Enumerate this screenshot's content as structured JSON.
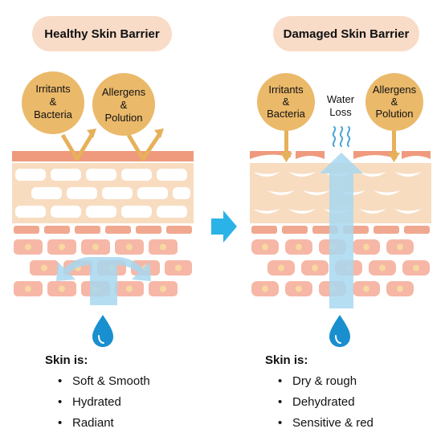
{
  "healthy": {
    "title": "Healthy Skin Barrier",
    "irritants": [
      "Irritants",
      "&",
      "Bacteria"
    ],
    "allergens": [
      "Allergens",
      "&",
      "Polution"
    ],
    "list_title": "Skin is:",
    "items": [
      "Soft & Smooth",
      "Hydrated",
      "Radiant"
    ]
  },
  "damaged": {
    "title": "Damaged Skin Barrier",
    "irritants": [
      "Irritants",
      "&",
      "Bacteria"
    ],
    "allergens": [
      "Allergens",
      "&",
      "Polution"
    ],
    "water_loss": [
      "Water",
      "Loss"
    ],
    "list_title": "Skin is:",
    "items": [
      "Dry & rough",
      "Dehydrated",
      "Sensitive & red"
    ]
  },
  "colors": {
    "pill": "#f8dcc8",
    "circle": "#eab96a",
    "arrow_gold": "#e6b15a",
    "barrier_top": "#ef9a7d",
    "lipid_layer": "#f8dcc0",
    "cells": "#f6b7a6",
    "nucleus": "#f6d8a0",
    "water_blue": "#a8d8f0",
    "drop_blue": "#1a8fd0",
    "process_arrow": "#2bb3e8"
  }
}
